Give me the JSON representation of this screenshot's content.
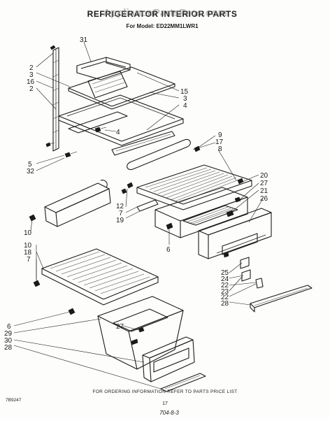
{
  "header": {
    "title": "REFRIGERATOR INTERIOR PARTS",
    "model_line": "For Model: ED22MM1LWR1",
    "watermark": "AppliancePartsPros.com"
  },
  "footer": {
    "note": "FOR ORDERING INFORMATION REFER TO PARTS PRICE LIST",
    "left_code": "7B9247",
    "page_number": "17",
    "handwritten_code": "704-8-3"
  },
  "callouts": {
    "c31": "31",
    "c2a": "2",
    "c3a": "3",
    "c16": "16",
    "c2b": "2",
    "c15": "15",
    "c3b": "3",
    "c4a": "4",
    "c4b": "4",
    "c5": "5",
    "c32": "32",
    "c9": "9",
    "c17": "17",
    "c8": "8",
    "c20": "20",
    "c27a": "27",
    "c21": "21",
    "c26": "26",
    "c12": "12",
    "c7a": "7",
    "c19": "19",
    "c6a": "6",
    "c10a": "10",
    "c10b": "10",
    "c18": "18",
    "c7b": "7",
    "c25": "25",
    "c24": "24",
    "c22a": "22",
    "c23": "23",
    "c22b": "22",
    "c28a": "28",
    "c27b": "27",
    "c6b": "6",
    "c29": "29",
    "c30": "30",
    "c28b": "28"
  }
}
